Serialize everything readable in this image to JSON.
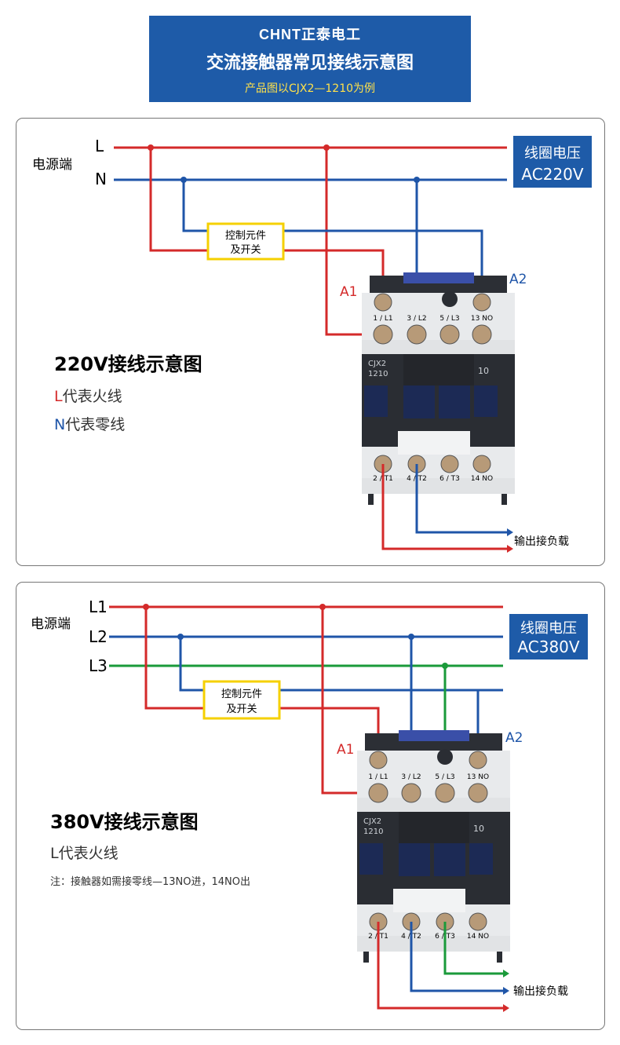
{
  "header": {
    "brand": "CHNT正泰电工",
    "title": "交流接触器常见接线示意图",
    "subtitle": "产品图以CJX2—1210为例"
  },
  "diagram1": {
    "power_label": "电源端",
    "line_labels": [
      "L",
      "N"
    ],
    "coil_voltage": [
      "线圈电压",
      "AC220V"
    ],
    "switch_label": [
      "控制元件",
      "及开关"
    ],
    "a1": "A1",
    "a2": "A2",
    "top_terminals": [
      "1 / L1",
      "3 / L2",
      "5 / L3",
      "13 NO"
    ],
    "bottom_terminals": [
      "2 / T1",
      "4 / T2",
      "6 / T3",
      "14 NO"
    ],
    "model": [
      "CJX2",
      "1210"
    ],
    "model_num": "10",
    "output": "输出接负载",
    "title": "220V接线示意图",
    "legend_L": [
      "L",
      "代表火线"
    ],
    "legend_N": [
      "N",
      "代表零线"
    ]
  },
  "diagram2": {
    "power_label": "电源端",
    "line_labels": [
      "L1",
      "L2",
      "L3"
    ],
    "coil_voltage": [
      "线圈电压",
      "AC380V"
    ],
    "switch_label": [
      "控制元件",
      "及开关"
    ],
    "a1": "A1",
    "a2": "A2",
    "top_terminals": [
      "1 / L1",
      "3 / L2",
      "5 / L3",
      "13 NO"
    ],
    "bottom_terminals": [
      "2 / T1",
      "4 / T2",
      "6 / T3",
      "14 NO"
    ],
    "model": [
      "CJX2",
      "1210"
    ],
    "model_num": "10",
    "output": "输出接负载",
    "title": "380V接线示意图",
    "legend_L": "L代表火线",
    "note": "注：接触器如需接零线—13NO进，14NO出"
  },
  "colors": {
    "red": "#d42a2a",
    "blue": "#1f55a8",
    "green": "#1a9a3a",
    "yellow": "#f5d000"
  }
}
